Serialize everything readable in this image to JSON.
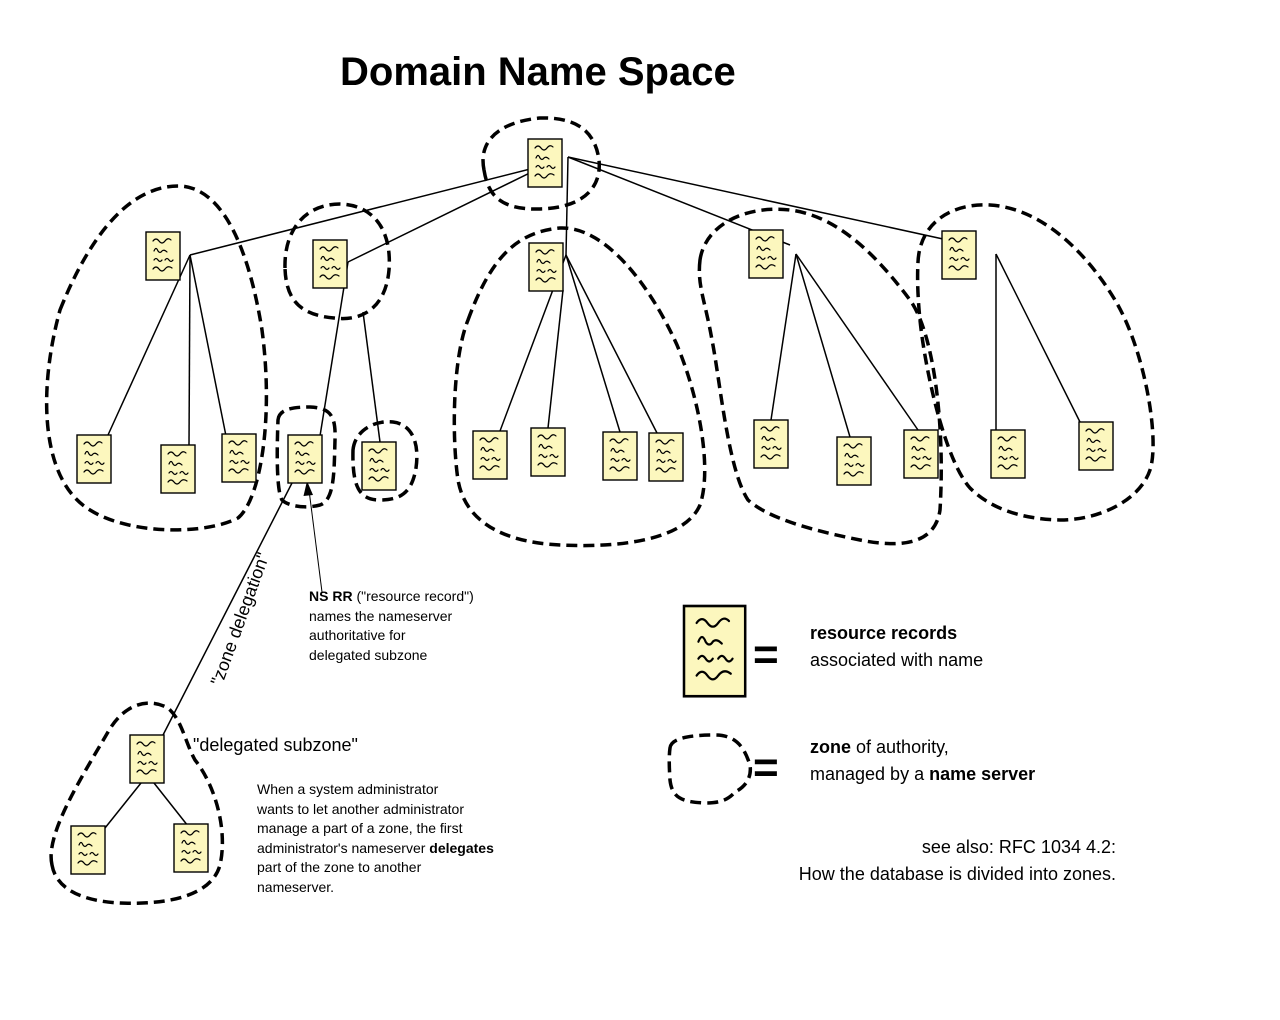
{
  "title": "Domain Name Space",
  "ns_note": {
    "bold": "NS RR",
    "rest": " (\"resource record\")",
    "line2": "names the nameserver",
    "line3": "authoritative for",
    "line4": "delegated subzone"
  },
  "zone_delegation_label": "\"zone delegation\"",
  "delegated_subzone_label": "\"delegated subzone\"",
  "delegation_note": {
    "line1": "When a system administrator",
    "line2": "wants to let another administrator",
    "line3": "manage a part of a zone, the first",
    "line4_before": "administrator's nameserver ",
    "line4_bold": "delegates",
    "line5": "part of the zone to another",
    "line6": "nameserver."
  },
  "legend": {
    "equals": "=",
    "records_bold": "resource records",
    "records_rest": "associated with name",
    "zone_bold": "zone",
    "zone_rest": " of authority,",
    "managed_before": "managed by a ",
    "managed_bold": "name server"
  },
  "see_also": {
    "line1": "see also: RFC 1034 4.2:",
    "line2": "How the database is divided into zones."
  },
  "colors": {
    "record_fill": "#fcf7be",
    "line": "#000000"
  },
  "icons": {
    "record": "resource-record-icon",
    "zone": "zone-outline-icon"
  }
}
